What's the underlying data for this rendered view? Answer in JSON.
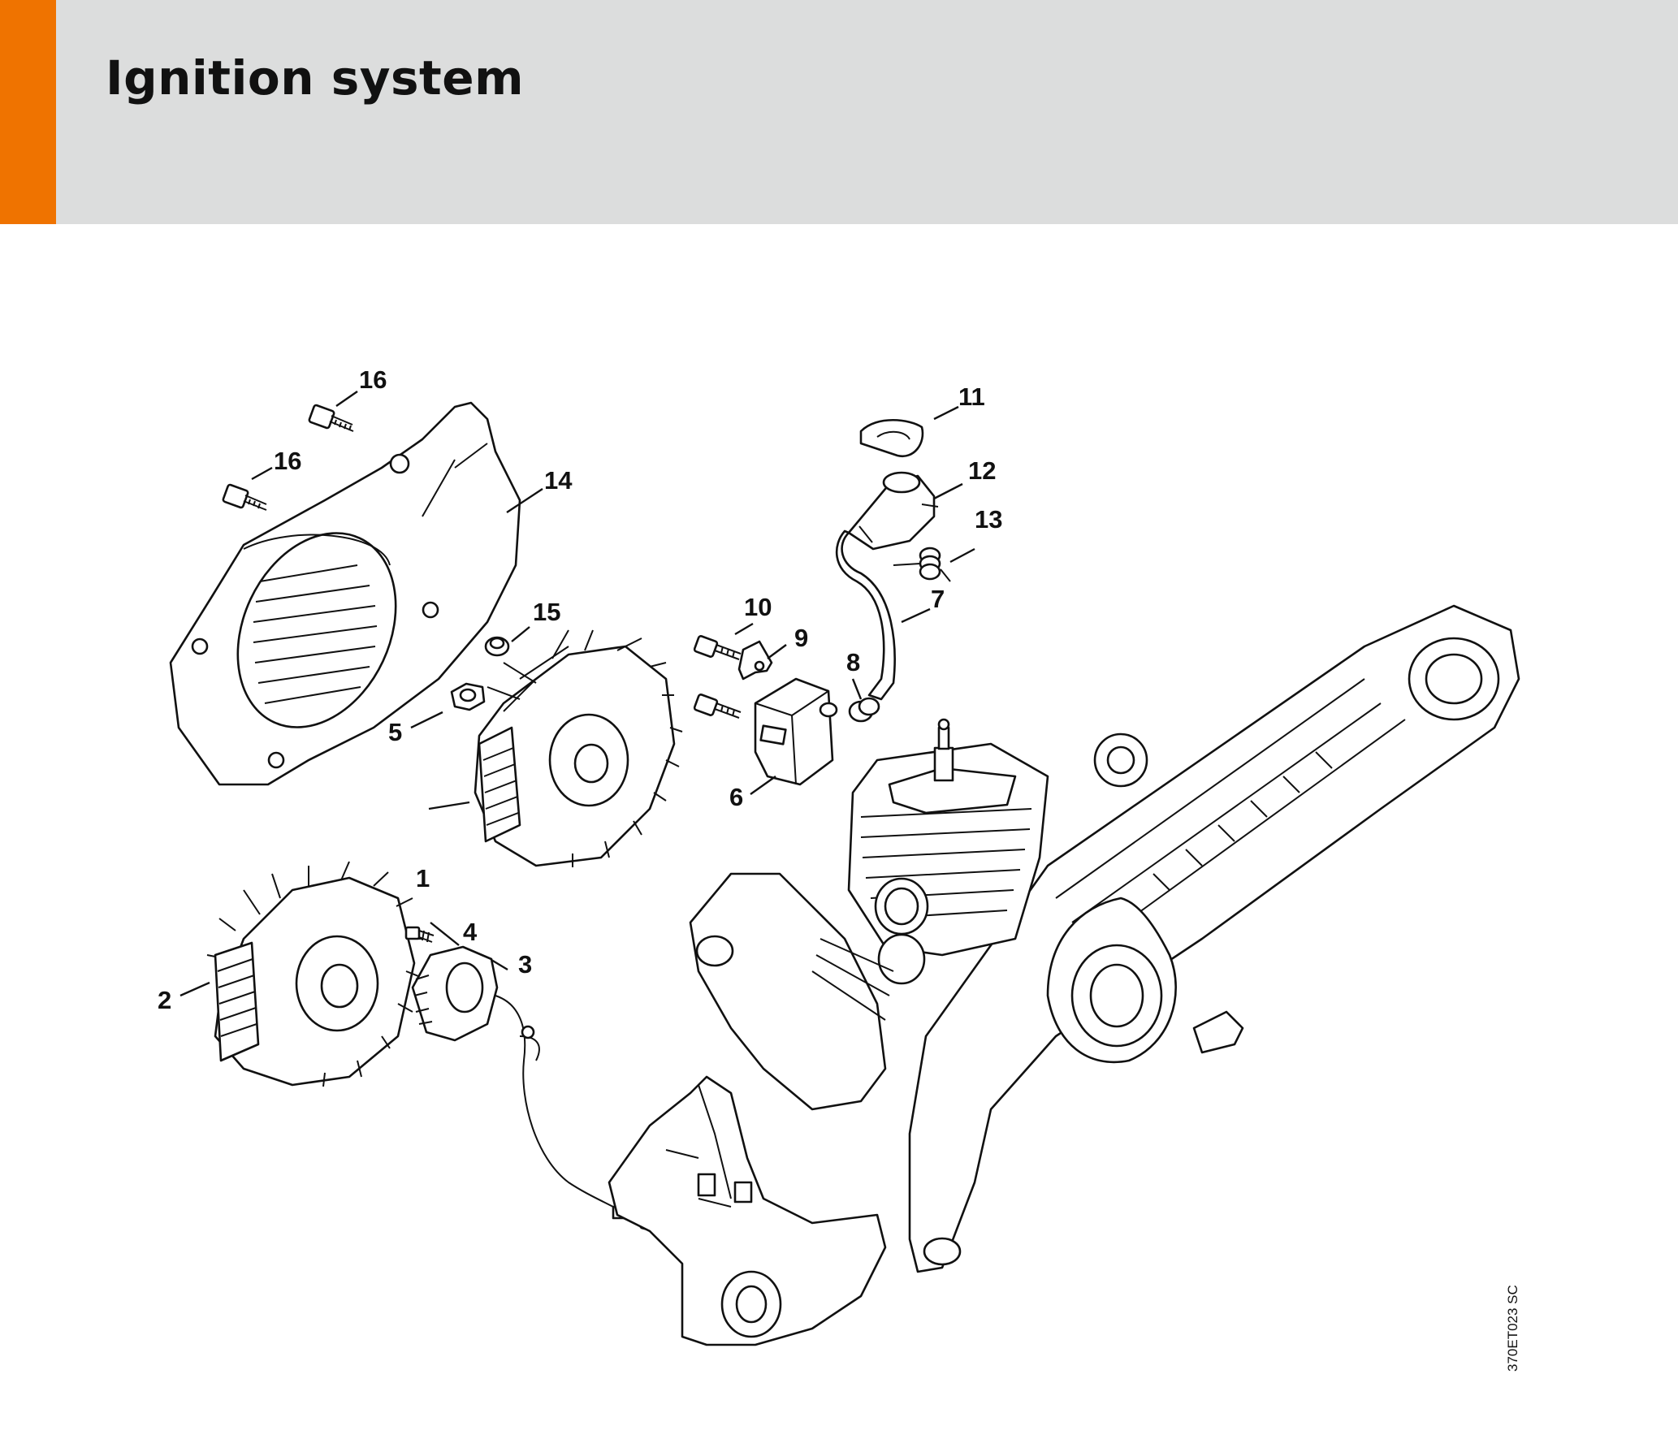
{
  "header": {
    "title": "Ignition system",
    "accent_color": "#ef7300",
    "background_color": "#dcdddd"
  },
  "diagram": {
    "reference_code": "370ET023 SC",
    "callouts": [
      {
        "id": "1",
        "part": "flywheel"
      },
      {
        "id": "2",
        "part": "flywheel"
      },
      {
        "id": "3",
        "part": "ignition-generator"
      },
      {
        "id": "4",
        "part": "screw"
      },
      {
        "id": "5",
        "part": "nut"
      },
      {
        "id": "6",
        "part": "ignition-module"
      },
      {
        "id": "7",
        "part": "ignition-lead"
      },
      {
        "id": "8",
        "part": "grommet"
      },
      {
        "id": "9",
        "part": "clip"
      },
      {
        "id": "10",
        "part": "screw"
      },
      {
        "id": "11",
        "part": "cap"
      },
      {
        "id": "12",
        "part": "spark-plug-boot"
      },
      {
        "id": "13",
        "part": "leg-spring"
      },
      {
        "id": "14",
        "part": "fan-housing"
      },
      {
        "id": "15",
        "part": "washer"
      },
      {
        "id": "16a",
        "part": "screw"
      },
      {
        "id": "16b",
        "part": "screw"
      }
    ],
    "labels": {
      "c1": "1",
      "c2": "2",
      "c3": "3",
      "c4": "4",
      "c5": "5",
      "c6": "6",
      "c7": "7",
      "c8": "8",
      "c9": "9",
      "c10": "10",
      "c11": "11",
      "c12": "12",
      "c13": "13",
      "c14": "14",
      "c15": "15",
      "c16a": "16",
      "c16b": "16"
    }
  }
}
